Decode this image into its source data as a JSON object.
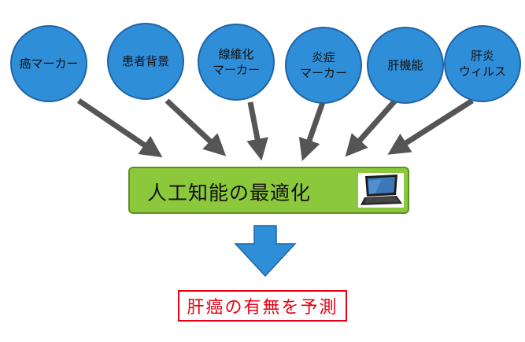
{
  "inputs": [
    {
      "label": "癌マーカー"
    },
    {
      "label": "患者背景"
    },
    {
      "label": "線維化\nマーカー"
    },
    {
      "label": "炎症\nマーカー"
    },
    {
      "label": "肝機能"
    },
    {
      "label": "肝炎\nウィルス"
    }
  ],
  "process": {
    "label": "人工知能の最適化",
    "icon": "laptop-icon"
  },
  "output": {
    "label": "肝癌の有無を予測"
  },
  "colors": {
    "node_fill": "#2f8ed8",
    "process_fill": "#8cc83c",
    "down_arrow": "#2f8ed8",
    "output_text": "#e60012",
    "arrow_gray": "#555555"
  }
}
